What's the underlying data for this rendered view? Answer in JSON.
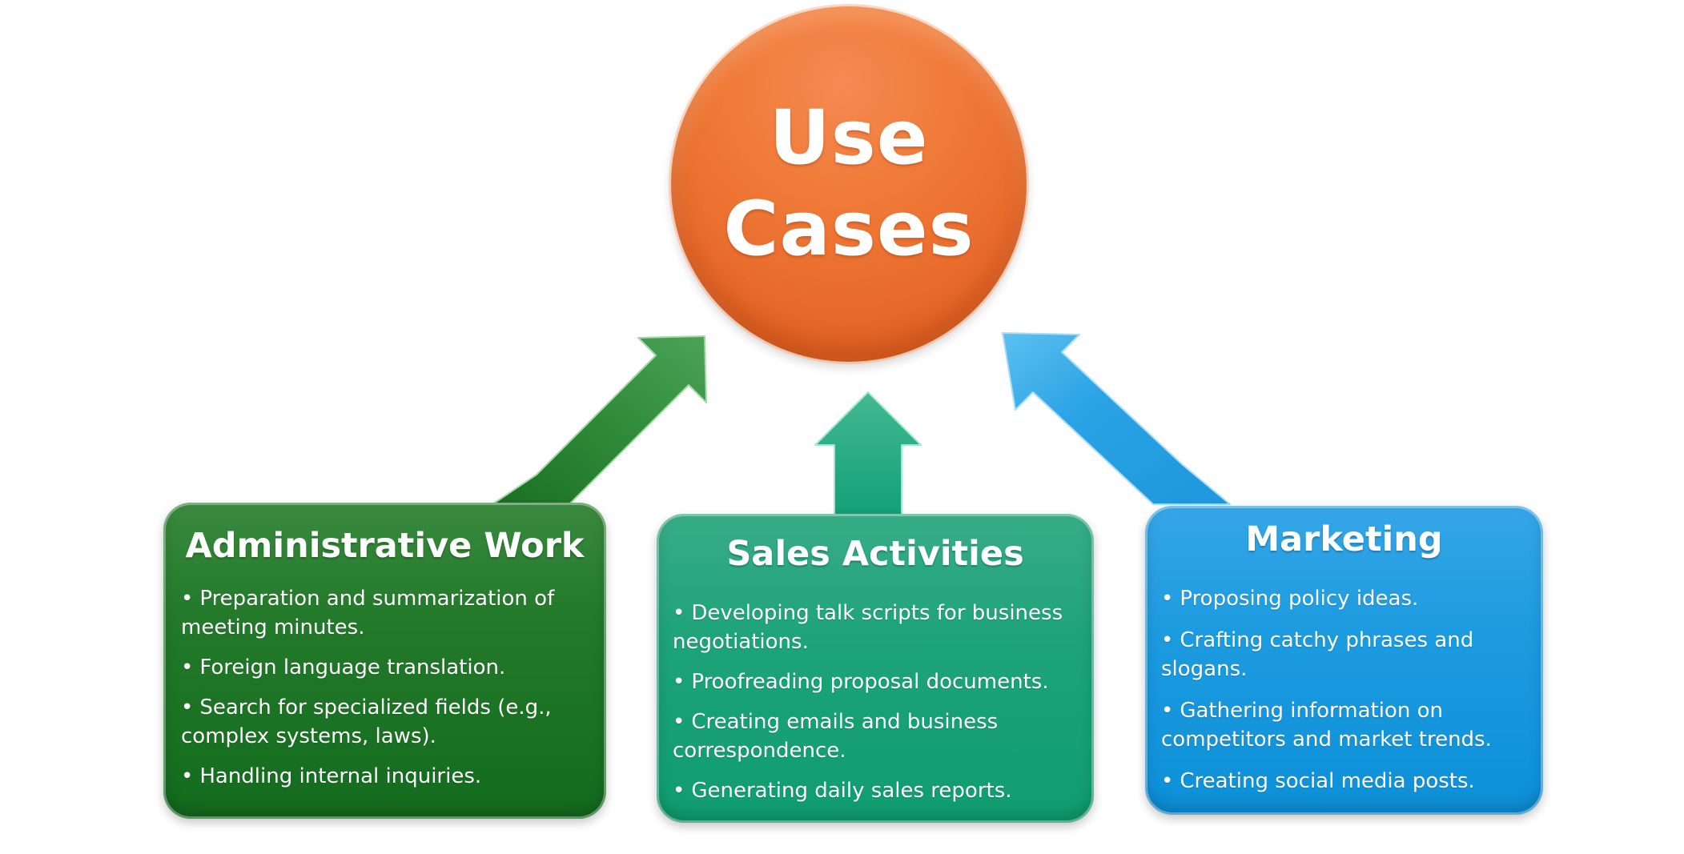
{
  "hub": {
    "lines": [
      "Use",
      "Cases"
    ]
  },
  "colors": {
    "hub": "#ee7433",
    "admin": "#1c7326",
    "sales": "#17a277",
    "marketing": "#1a98de"
  },
  "categories": [
    {
      "key": "admin",
      "title": "Administrative Work",
      "items": [
        "Preparation and summarization of meeting minutes.",
        "Foreign language translation.",
        "Search for specialized fields (e.g., complex systems, laws).",
        "Handling internal inquiries."
      ]
    },
    {
      "key": "sales",
      "title": "Sales Activities",
      "items": [
        "Developing talk scripts for business negotiations.",
        "Proofreading proposal documents.",
        "Creating emails and business correspondence.",
        "Generating daily sales reports."
      ]
    },
    {
      "key": "marketing",
      "title": "Marketing",
      "items": [
        "Proposing policy ideas.",
        "Crafting catchy phrases and slogans.",
        "Gathering information on competitors and market trends.",
        "Creating social media posts."
      ]
    }
  ]
}
